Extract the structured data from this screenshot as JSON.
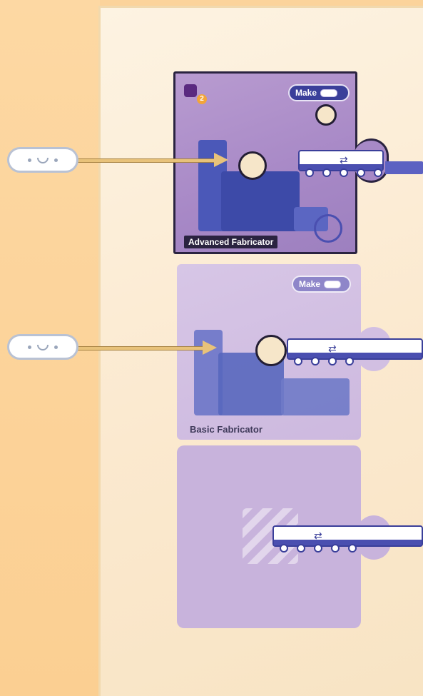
{
  "cards": {
    "advanced": {
      "title": "Advanced Fabricator",
      "make_label": "Make",
      "badge": "2"
    },
    "basic": {
      "title": "Basic Fabricator",
      "make_label": "Make"
    },
    "empty": {}
  },
  "colors": {
    "background": "#fbd39b",
    "board": "#fdf3e2",
    "card_purple": "#a788c6",
    "conveyor_blue": "#3a3f9a",
    "arrow": "#e8c27a"
  },
  "icons": [
    "smile-token-icon",
    "gear-icon",
    "recycle-icon",
    "conveyor-icon",
    "machine-icon"
  ]
}
